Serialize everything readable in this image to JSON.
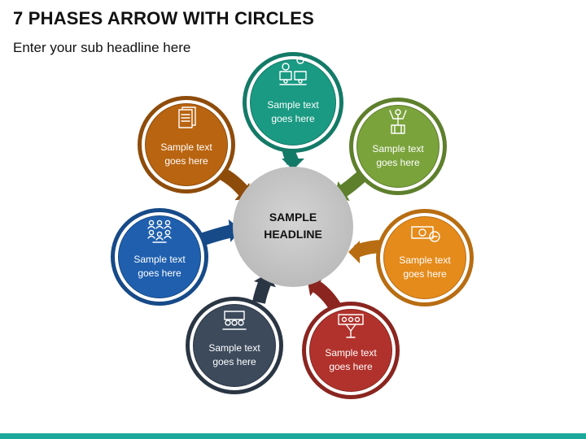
{
  "header": {
    "title": "7 PHASES ARROW WITH CIRCLES",
    "subtitle": "Enter your sub headline here"
  },
  "center": {
    "line1": "SAMPLE",
    "line2": "HEADLINE",
    "color": "#c8c8c8"
  },
  "phases": [
    {
      "line1": "Sample text",
      "line2": "goes here",
      "color": "#1a9a83",
      "dark": "#147a68",
      "icon": "idea-team-icon"
    },
    {
      "line1": "Sample text",
      "line2": "goes here",
      "color": "#7ba33c",
      "dark": "#5e7f2c",
      "icon": "winner-icon"
    },
    {
      "line1": "Sample text",
      "line2": "goes here",
      "color": "#e58b1c",
      "dark": "#b86d12",
      "icon": "money-icon"
    },
    {
      "line1": "Sample text",
      "line2": "goes here",
      "color": "#b1322c",
      "dark": "#8a2520",
      "icon": "team-hands-icon"
    },
    {
      "line1": "Sample text",
      "line2": "goes here",
      "color": "#3c4a5c",
      "dark": "#2b3644",
      "icon": "meeting-icon"
    },
    {
      "line1": "Sample text",
      "line2": "goes here",
      "color": "#1f5fae",
      "dark": "#174a88",
      "icon": "network-icon"
    },
    {
      "line1": "Sample text",
      "line2": "goes here",
      "color": "#b96410",
      "dark": "#8e4c0b",
      "icon": "document-icon"
    }
  ],
  "accent": "#1ba89a"
}
